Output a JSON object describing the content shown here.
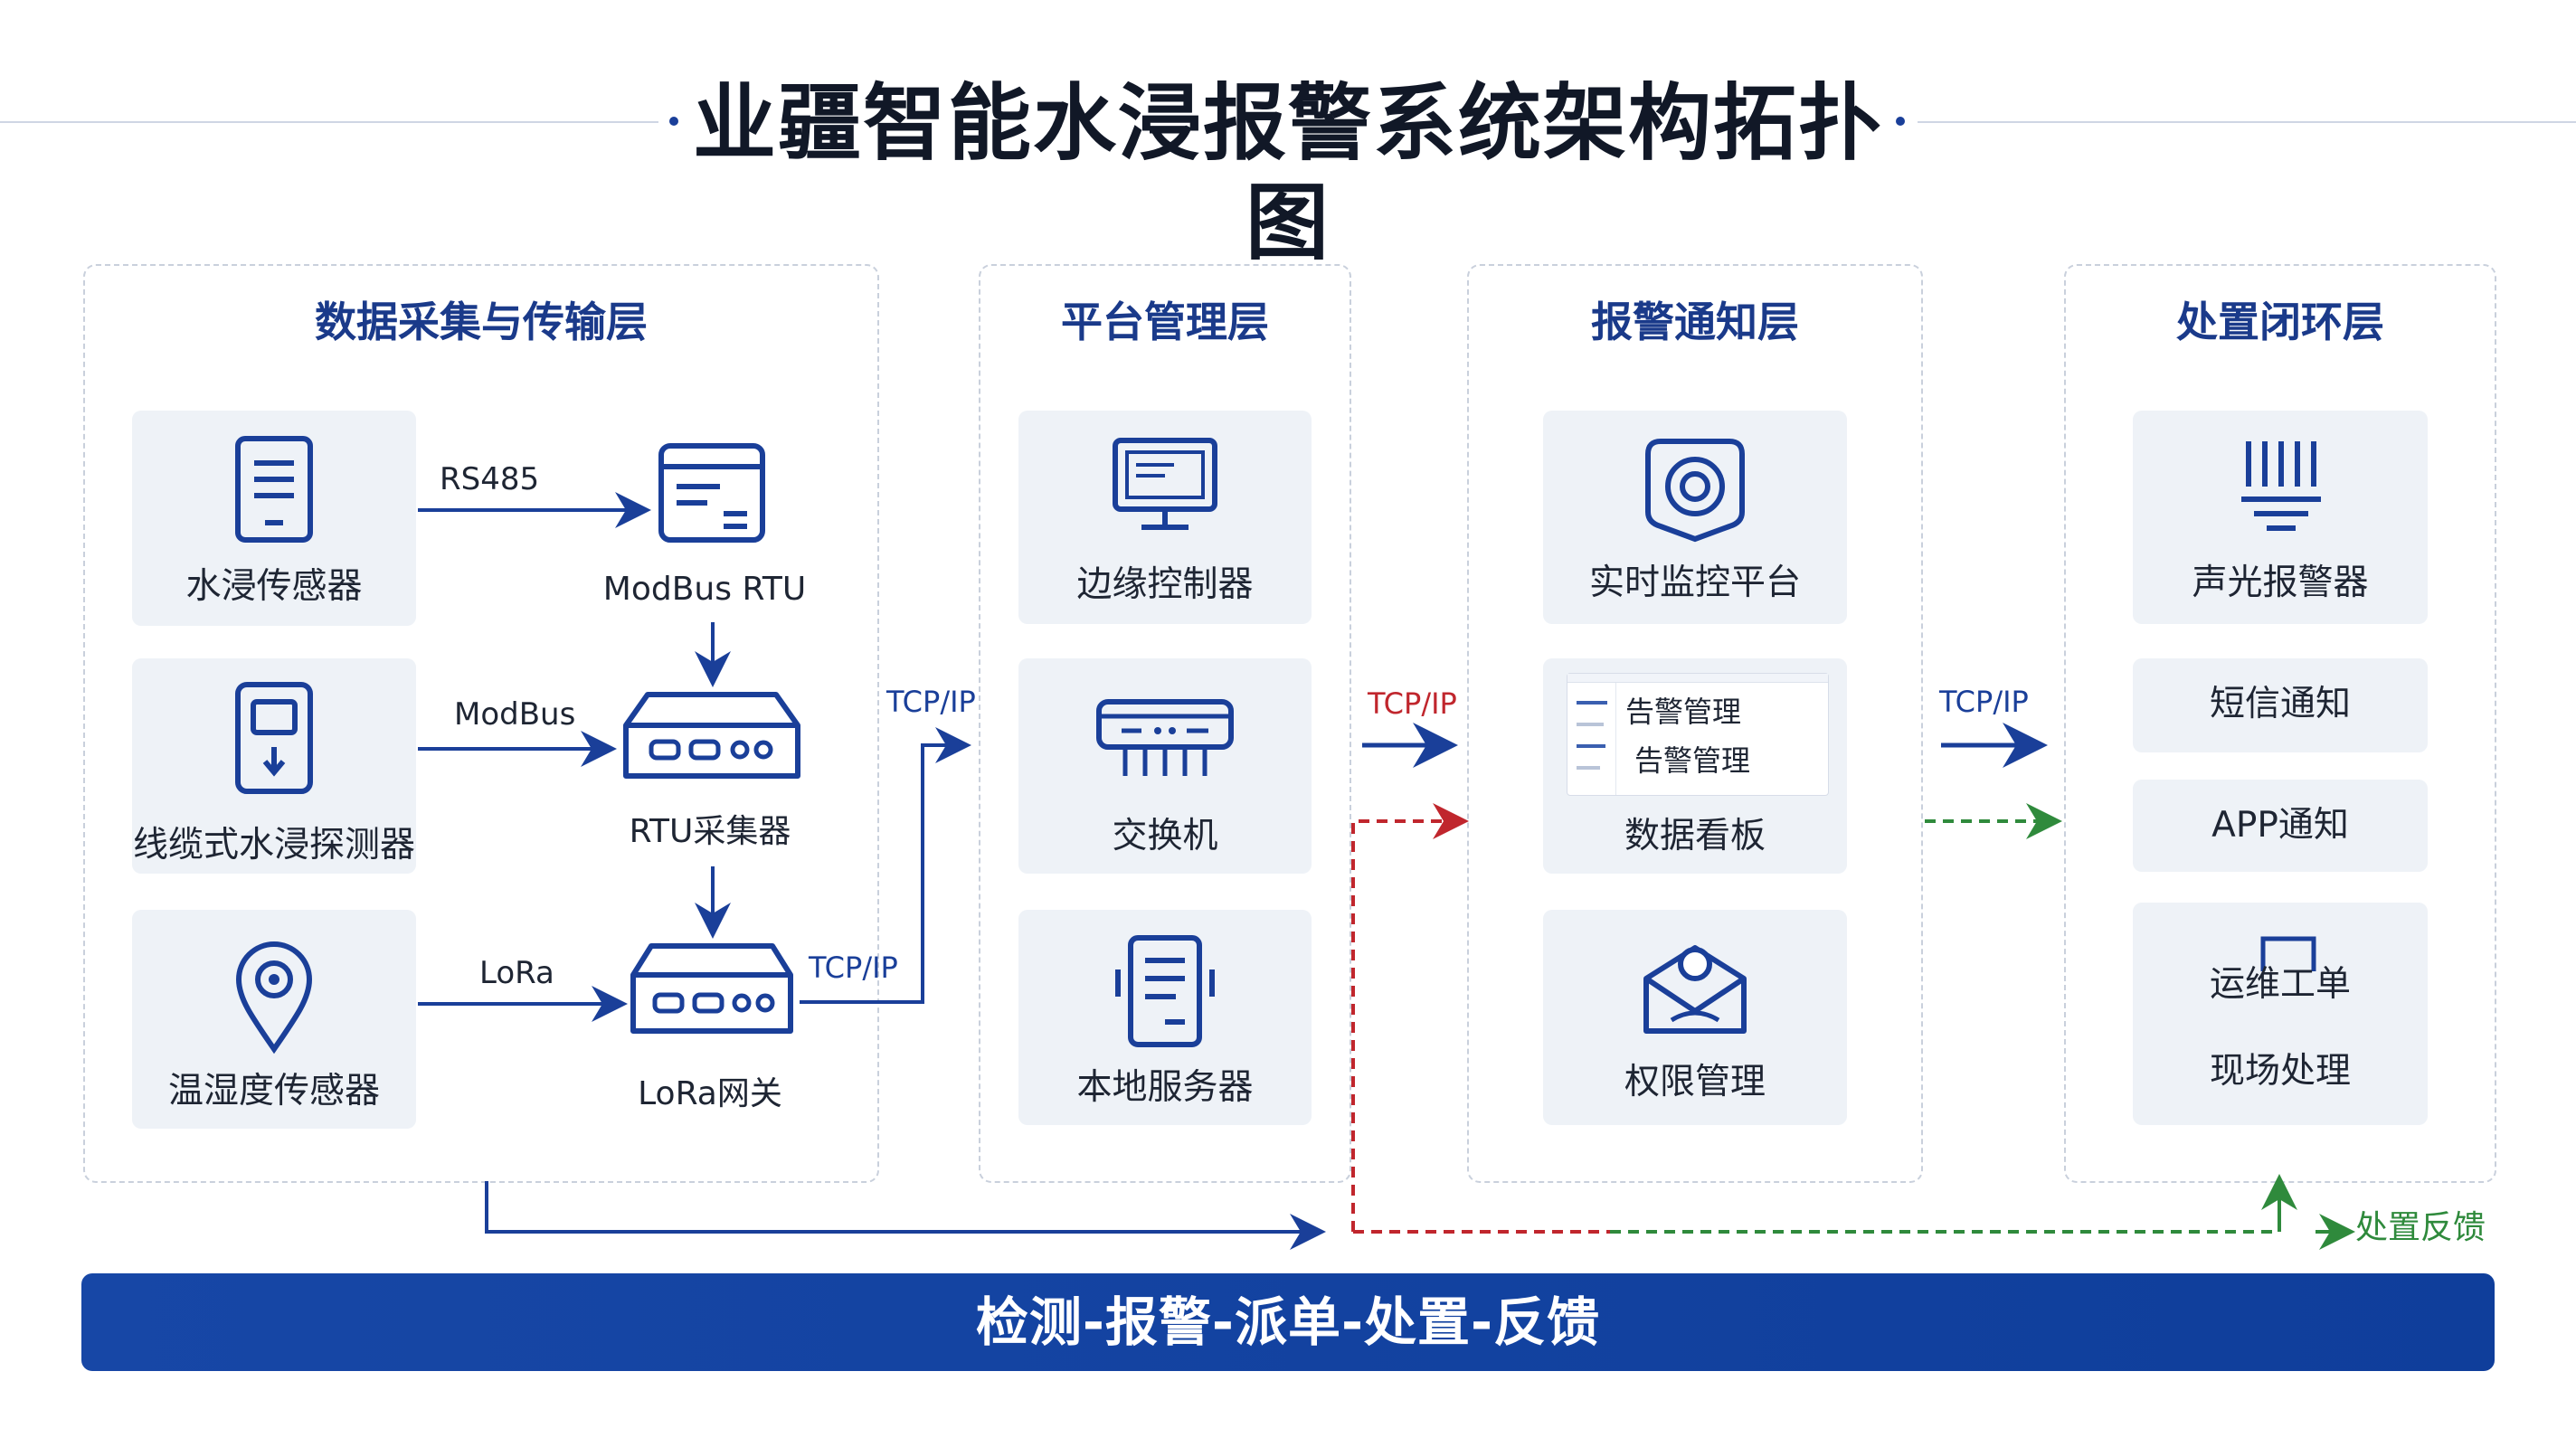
{
  "title": "业疆智能水浸报警系统架构拓扑图",
  "layers": {
    "acquisition": {
      "title": "数据采集与传输层",
      "sensors": [
        "水浸传感器",
        "线缆式水浸探测器",
        "温湿度传感器"
      ],
      "devices": [
        "ModBus RTU",
        "RTU采集器",
        "LoRa网关"
      ],
      "links": [
        "RS485",
        "ModBus",
        "LoRa"
      ],
      "uplink": "TCP/IP",
      "out": "TCP/IP"
    },
    "platform": {
      "title": "平台管理层",
      "items": [
        "边缘控制器",
        "交换机",
        "本地服务器"
      ],
      "out": "TCP/IP"
    },
    "alarm": {
      "title": "报警通知层",
      "items": [
        "实时监控平台",
        "数据看板",
        "权限管理"
      ],
      "dashboard_lines": [
        "告警管理",
        "告警管理"
      ],
      "out": "TCP/IP"
    },
    "disposal": {
      "title": "处置闭环层",
      "items": [
        "声光报警器",
        "短信通知",
        "APP通知",
        "运维工单",
        "现场处理"
      ],
      "feedback": "处置反馈"
    }
  },
  "banner": "检测-报警-派单-处置-反馈",
  "colors": {
    "primary": "#1a3f99",
    "alert_red": "#c0262d",
    "feedback_green": "#2f8a3c",
    "card_bg": "#eef2f7"
  },
  "icons": [
    "sensor-device-icon",
    "cable-detector-icon",
    "location-pin-icon",
    "modbus-terminal-icon",
    "rtu-collector-icon",
    "lora-gateway-icon",
    "monitor-icon",
    "switch-icon",
    "server-icon",
    "camera-monitor-icon",
    "envelope-icon",
    "sound-light-alarm-icon"
  ]
}
